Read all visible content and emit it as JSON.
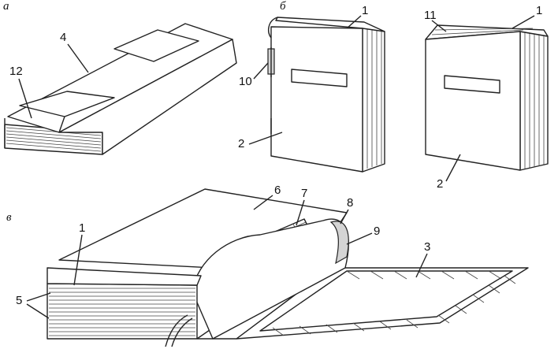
{
  "panels": {
    "a": "а",
    "b": "б",
    "v": "в"
  },
  "labels": {
    "l1_b": "1",
    "l1_r": "1",
    "l1_v": "1",
    "l2_b": "2",
    "l2_r": "2",
    "l3": "3",
    "l4": "4",
    "l5": "5",
    "l6": "6",
    "l7": "7",
    "l8": "8",
    "l9": "9",
    "l10": "10",
    "l11": "11",
    "l12": "12"
  }
}
